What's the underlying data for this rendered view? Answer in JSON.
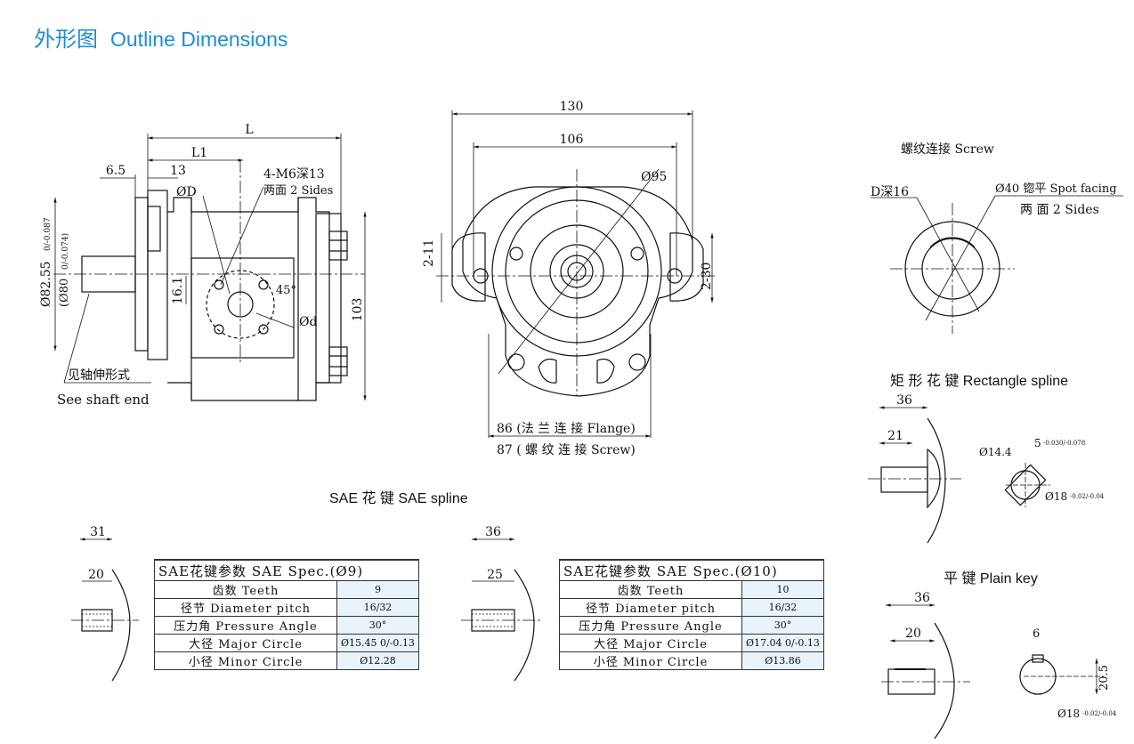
{
  "title": {
    "cn": "外形图",
    "en": "Outline Dimensions"
  },
  "sections": {
    "sae_spline": "SAE 花 键   SAE spline",
    "rect_spline": "矩 形 花 键   Rectangle spline",
    "plain_key": "平 键   Plain key",
    "screw": "螺纹连接 Screw"
  },
  "side_view": {
    "L": "L",
    "L1": "L1",
    "d65": "6.5",
    "d13": "13",
    "port_thread": "4-M6深13",
    "port_sides": "两面 2 Sides",
    "oD": "ØD",
    "od": "Ød",
    "d161": "16.1",
    "deg45": "45°",
    "d103": "103",
    "dia_main": "Ø82.55",
    "dia_main_tol": "0/-0.087",
    "dia_alt": "(Ø80",
    "dia_alt_tol": "0/-0.074)",
    "shaft_cn": "见轴伸形式",
    "shaft_en": "See shaft end"
  },
  "front_view": {
    "d130": "130",
    "d106": "106",
    "d95": "Ø95",
    "d211": "2-11",
    "d230": "2-30",
    "flange": "86 (法 兰 连 接 Flange)",
    "screw": "87 ( 螺 纹 连 接 Screw)"
  },
  "screw_view": {
    "depth": "D深16",
    "spot": "Ø40 锪平 Spot facing",
    "sides": "两 面  2 Sides"
  },
  "rect_view": {
    "d36": "36",
    "d21": "21",
    "d144": "Ø14.4",
    "d5": "5",
    "d5tol": "-0.030/-0.078",
    "d18": "Ø18",
    "d18tol": "-0.02/-0.04"
  },
  "plain_view": {
    "d36": "36",
    "d20": "20",
    "d6": "6",
    "d205": "20.5",
    "d18": "Ø18",
    "d18tol": "-0.02/-0.04"
  },
  "sae9_view": {
    "d31": "31",
    "d20": "20"
  },
  "sae10_view": {
    "d36": "36",
    "d25": "25"
  },
  "spec9": {
    "header": "SAE花键参数   SAE Spec.(Ø9)",
    "rows": [
      {
        "k": "齿数 Teeth",
        "v": "9"
      },
      {
        "k": "径节 Diameter pitch",
        "v": "16/32"
      },
      {
        "k": "压力角 Pressure Angle",
        "v": "30°"
      },
      {
        "k": "大径 Major Circle",
        "v": "Ø15.45 0/-0.13"
      },
      {
        "k": "小径 Minor Circle",
        "v": "Ø12.28"
      }
    ]
  },
  "spec10": {
    "header": "SAE花键参数   SAE Spec.(Ø10)",
    "rows": [
      {
        "k": "齿数 Teeth",
        "v": "10"
      },
      {
        "k": "径节 Diameter pitch",
        "v": "16/32"
      },
      {
        "k": "压力角 Pressure Angle",
        "v": "30°"
      },
      {
        "k": "大径 Major Circle",
        "v": "Ø17.04 0/-0.13"
      },
      {
        "k": "小径 Minor Circle",
        "v": "Ø13.86"
      }
    ]
  }
}
